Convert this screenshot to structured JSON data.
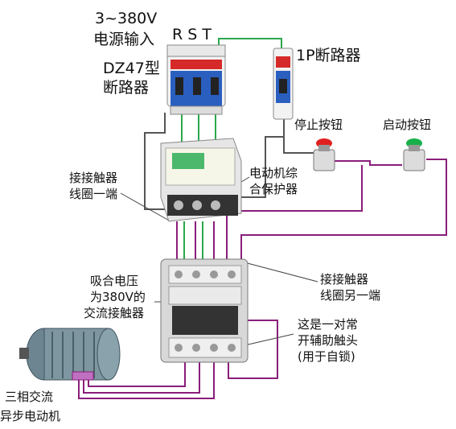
{
  "labels": {
    "supply": "3~380V",
    "supply_input": "电源输入",
    "phases": "R S T",
    "dz47_model": "DZ47型",
    "dz47_name": "断路器",
    "breaker_1p": "1P断路器",
    "stop_button": "停止按钮",
    "start_button": "启动按钮",
    "protector_line1": "电动机综",
    "protector_line2": "合保护器",
    "coil_end1_line1": "接接触器",
    "coil_end1_line2": "线圈一端",
    "contactor_line1": "吸合电压",
    "contactor_line2": "为380V的",
    "contactor_line3": "交流接触器",
    "coil_end2_line1": "接接触器",
    "coil_end2_line2": "线圈另一端",
    "aux_line1": "这是一对常",
    "aux_line2": "开辅助触头",
    "aux_line3": "(用于自锁)",
    "motor_line1": "三相交流",
    "motor_line2": "异步电动机"
  },
  "colors": {
    "wire_purple": "#8a1e7a",
    "wire_green": "#2aa84a",
    "wire_gray": "#555555",
    "stop_red": "#e02020",
    "start_green": "#19b04a"
  }
}
